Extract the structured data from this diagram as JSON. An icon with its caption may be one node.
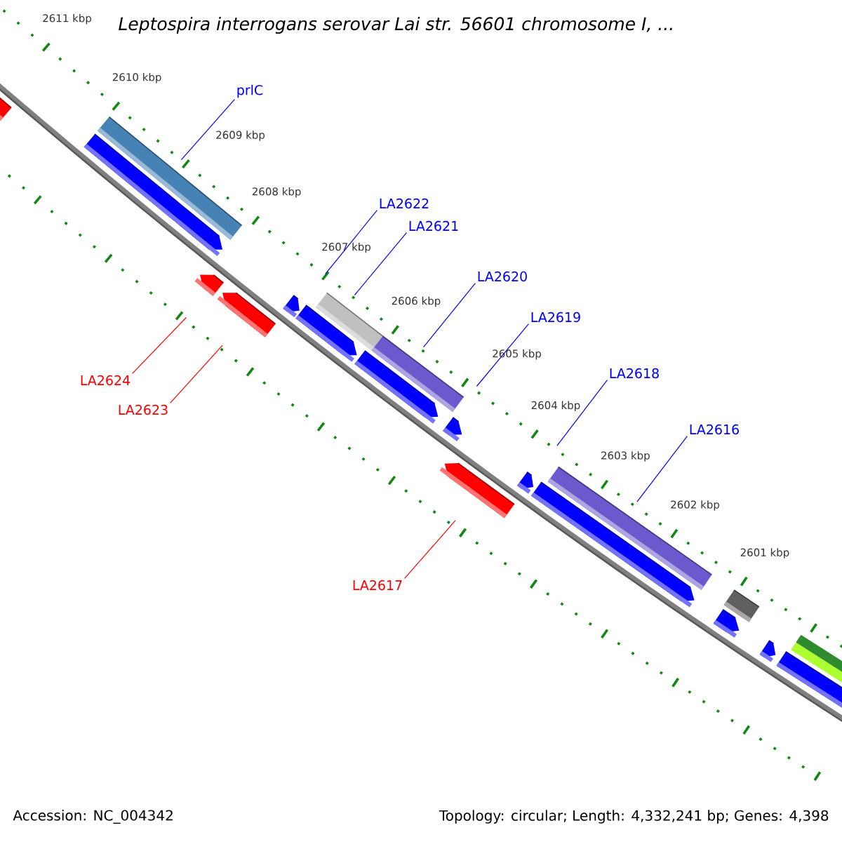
{
  "diagram": {
    "title": "Leptospira interrogans serovar Lai str. 56601 chromosome I, ...",
    "nodes": [
      {
        "text": [
          "prlC"
        ]
      },
      {
        "text": [
          "LA2622"
        ]
      },
      {
        "text": [
          "LA2621"
        ]
      },
      {
        "text": [
          "LA2620"
        ]
      },
      {
        "text": [
          "LA2619"
        ]
      },
      {
        "text": [
          "LA2618"
        ]
      },
      {
        "text": [
          "LA2616"
        ]
      },
      {
        "text": [
          "LA2624"
        ]
      },
      {
        "text": [
          "LA2623"
        ]
      },
      {
        "text": [
          "LA2617"
        ]
      }
    ],
    "edges": [
      {
        "from": 0,
        "to": null,
        "arrow": "none"
      },
      {
        "from": 1,
        "to": null,
        "arrow": "none"
      },
      {
        "from": 2,
        "to": null,
        "arrow": "none"
      },
      {
        "from": 3,
        "to": null,
        "arrow": "none"
      },
      {
        "from": 4,
        "to": null,
        "arrow": "none"
      },
      {
        "from": 5,
        "to": null,
        "arrow": "none"
      },
      {
        "from": 6,
        "to": null,
        "arrow": "none"
      },
      {
        "from": 7,
        "to": null,
        "arrow": "none",
        "color": "#ff0000"
      },
      {
        "from": 8,
        "to": null,
        "arrow": "none",
        "color": "#ff0000"
      },
      {
        "from": 9,
        "to": null,
        "arrow": "none",
        "color": "#ff0000"
      }
    ],
    "labels": [
      "2611 kbp",
      "2610 kbp",
      "2609 kbp",
      "2608 kbp",
      "2607 kbp",
      "2606 kbp",
      "2605 kbp",
      "2604 kbp",
      "2603 kbp",
      "2602 kbp",
      "2601 kbp",
      "Accession: NC_004342",
      "Topology: circular; Length: 4,332,241 bp; Genes: 4,398"
    ]
  }
}
